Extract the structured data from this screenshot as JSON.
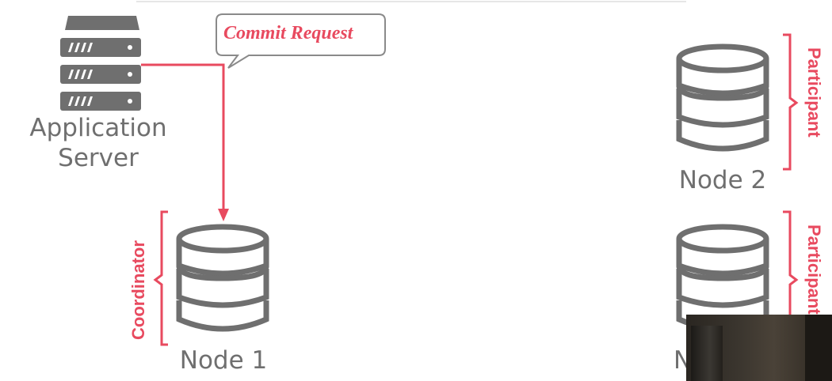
{
  "callout": {
    "text": "Commit Request"
  },
  "app_server": {
    "label_line1": "Application",
    "label_line2": "Server",
    "icon": "server-rack-icon"
  },
  "nodes": [
    {
      "label": "Node 1",
      "role": "Coordinator"
    },
    {
      "label": "Node 2",
      "role": "Participant"
    },
    {
      "label": "N",
      "role": "Participant"
    }
  ],
  "colors": {
    "accent": "#e84a5f",
    "icon_gray": "#6f6f6f",
    "icon_fill": "#ffffff"
  }
}
